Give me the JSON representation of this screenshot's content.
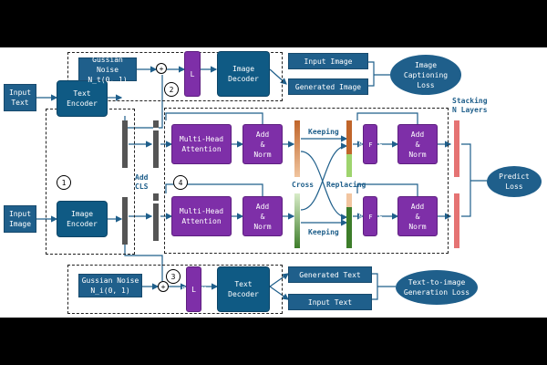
{
  "inputs": {
    "text": "Input\nText",
    "image": "Input\nImage"
  },
  "encoders": {
    "text": "Text\nEncoder",
    "image": "Image\nEncoder"
  },
  "noise": {
    "top": "Gussian Noise\nN_t(0, 1)",
    "bottom": "Gussian Noise\nN_i(0, 1)"
  },
  "mlp": "M\nL\nP",
  "decoders": {
    "image": "Image\nDecoder",
    "text": "Text\nDecoder"
  },
  "top_outputs": {
    "input_image": "Input Image",
    "generated_image": "Generated Image"
  },
  "bottom_outputs": {
    "generated_text": "Generated Text",
    "input_text": "Input Text"
  },
  "losses": {
    "captioning": "Image\nCaptioning\nLoss",
    "generation": "Text-to-image\nGeneration Loss",
    "predict": "Predict\nLoss"
  },
  "attention": "Multi-Head\nAttention",
  "add_norm": "Add\n&\nNorm",
  "ffn": "F\nF\nN",
  "labels": {
    "add_cls": "Add\nCLS",
    "keeping_top": "Keeping",
    "keeping_bottom": "Keeping",
    "cross": "Cross",
    "replacing": "Replacing",
    "stacking": "Stacking\nN Layers"
  },
  "markers": [
    "1",
    "2",
    "3",
    "4"
  ],
  "plus_symbol": "+",
  "colors": {
    "blue": "#1f5f8b",
    "purple": "#7e2fa8",
    "orange": "#c0652a",
    "green": "#3d7d2a",
    "pink": "#e57373",
    "gray": "#555555"
  }
}
